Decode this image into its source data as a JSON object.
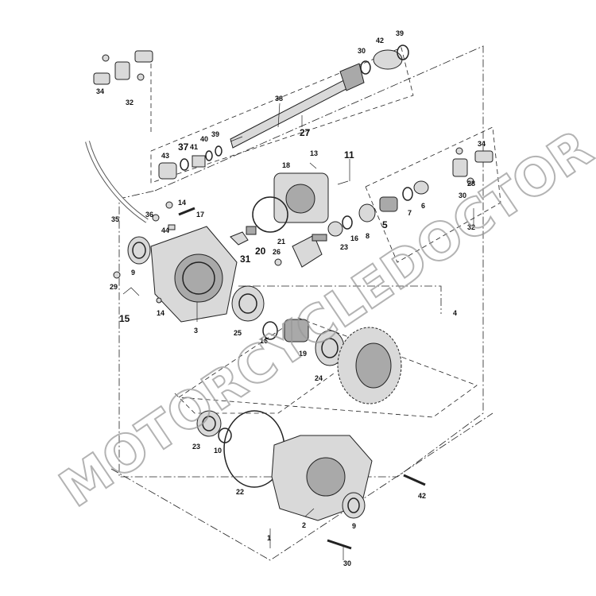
{
  "watermark": "MOTORCYCLEDOCTOR",
  "labels": {
    "p1": "1",
    "p2": "2",
    "p3": "3",
    "p4": "4",
    "p5": "5",
    "p6": "6",
    "p7": "7",
    "p8": "8",
    "p9a": "9",
    "p9b": "9",
    "p10": "10",
    "p11": "11",
    "p13": "13",
    "p14a": "14",
    "p14b": "14",
    "p15": "15",
    "p16a": "16",
    "p16b": "16",
    "p17": "17",
    "p18": "18",
    "p19": "19",
    "p20": "20",
    "p21": "21",
    "p22": "22",
    "p23a": "23",
    "p23b": "23",
    "p24": "24",
    "p25": "25",
    "p26": "26",
    "p27": "27",
    "p28": "28",
    "p29": "29",
    "p30a": "30",
    "p30b": "30",
    "p30c": "30",
    "p31": "31",
    "p32a": "32",
    "p32b": "32",
    "p34a": "34",
    "p34b": "34",
    "p35": "35",
    "p36": "36",
    "p37": "37",
    "p38": "38",
    "p39a": "39",
    "p39b": "39",
    "p40": "40",
    "p41": "41",
    "p42a": "42",
    "p42b": "42",
    "p43": "43",
    "p44": "44"
  },
  "colors": {
    "line": "#222222",
    "part_fill": "#d9d9d9",
    "part_dark": "#a9a9a9",
    "watermark": "#9a9a9a"
  }
}
